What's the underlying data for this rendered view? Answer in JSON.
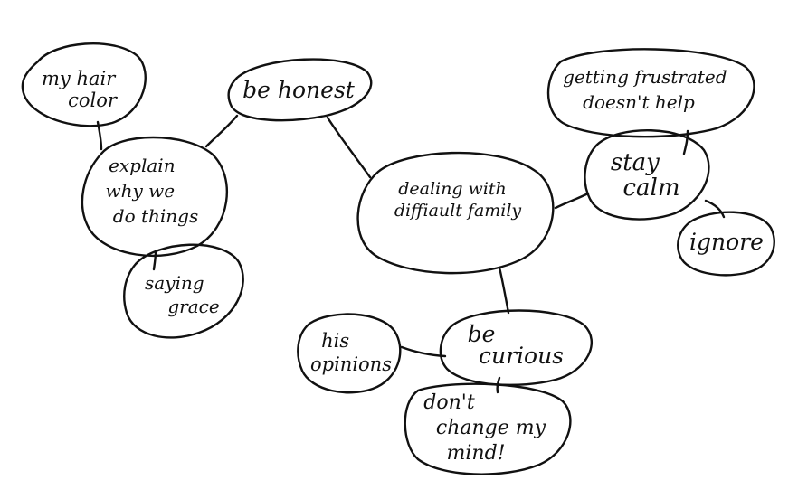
{
  "colors": {
    "ink": "#111111",
    "background": "#ffffff"
  },
  "diagram": {
    "central": {
      "lines": [
        "dealing with",
        "diffiault family"
      ]
    },
    "nodes": {
      "be_honest": {
        "lines": [
          "be honest"
        ]
      },
      "explain": {
        "lines": [
          "explain",
          "why we",
          "do things"
        ]
      },
      "hair_color": {
        "lines": [
          "my hair",
          "color"
        ]
      },
      "saying_grace": {
        "lines": [
          "saying",
          "grace"
        ]
      },
      "stay_calm": {
        "lines": [
          "stay",
          "calm"
        ]
      },
      "frustrated": {
        "lines": [
          "getting frustrated",
          "doesn't help"
        ]
      },
      "ignore": {
        "lines": [
          "ignore"
        ]
      },
      "be_curious": {
        "lines": [
          "be",
          "curious"
        ]
      },
      "his_opinions": {
        "lines": [
          "his",
          "opinions"
        ]
      },
      "dont_change": {
        "lines": [
          "don't",
          "change my",
          "mind!"
        ]
      }
    }
  }
}
